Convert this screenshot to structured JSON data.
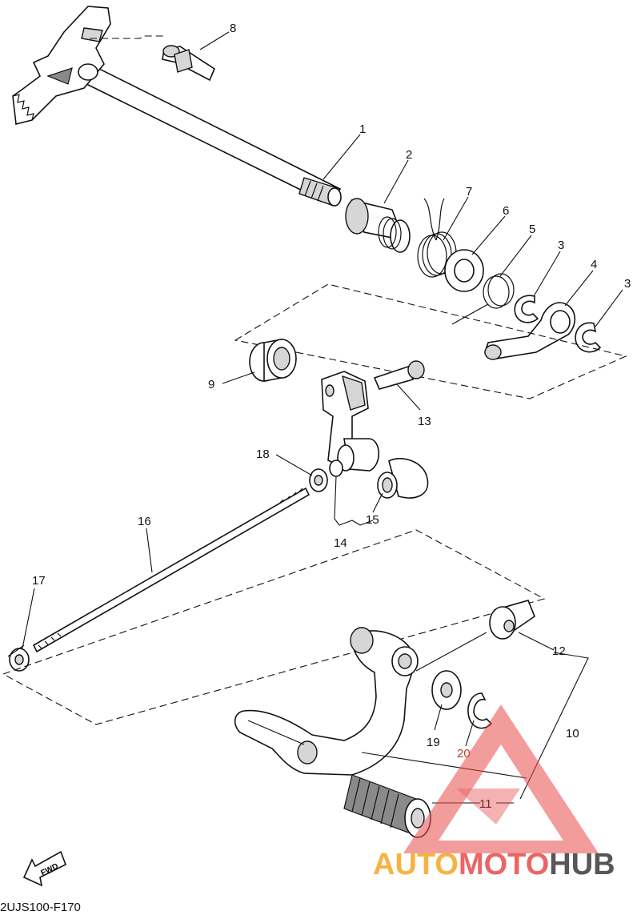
{
  "callouts": {
    "c1": "1",
    "c2": "2",
    "c3a": "3",
    "c3b": "3",
    "c4": "4",
    "c5": "5",
    "c6": "6",
    "c7": "7",
    "c8": "8",
    "c9": "9",
    "c10": "10",
    "c11": "11",
    "c12": "12",
    "c13": "13",
    "c14": "14",
    "c15": "15",
    "c16": "16",
    "c17": "17",
    "c18": "18",
    "c19": "19",
    "c20": "20"
  },
  "fwd_label": "FWD",
  "drawing_code": "2UJS100-F170",
  "watermark": {
    "part1": "AUTO",
    "part2": "MOTO",
    "part3": "HUB",
    "colors": {
      "orange": "#f5a623",
      "red": "#e84b4b",
      "dark": "#3a3a3a"
    }
  }
}
